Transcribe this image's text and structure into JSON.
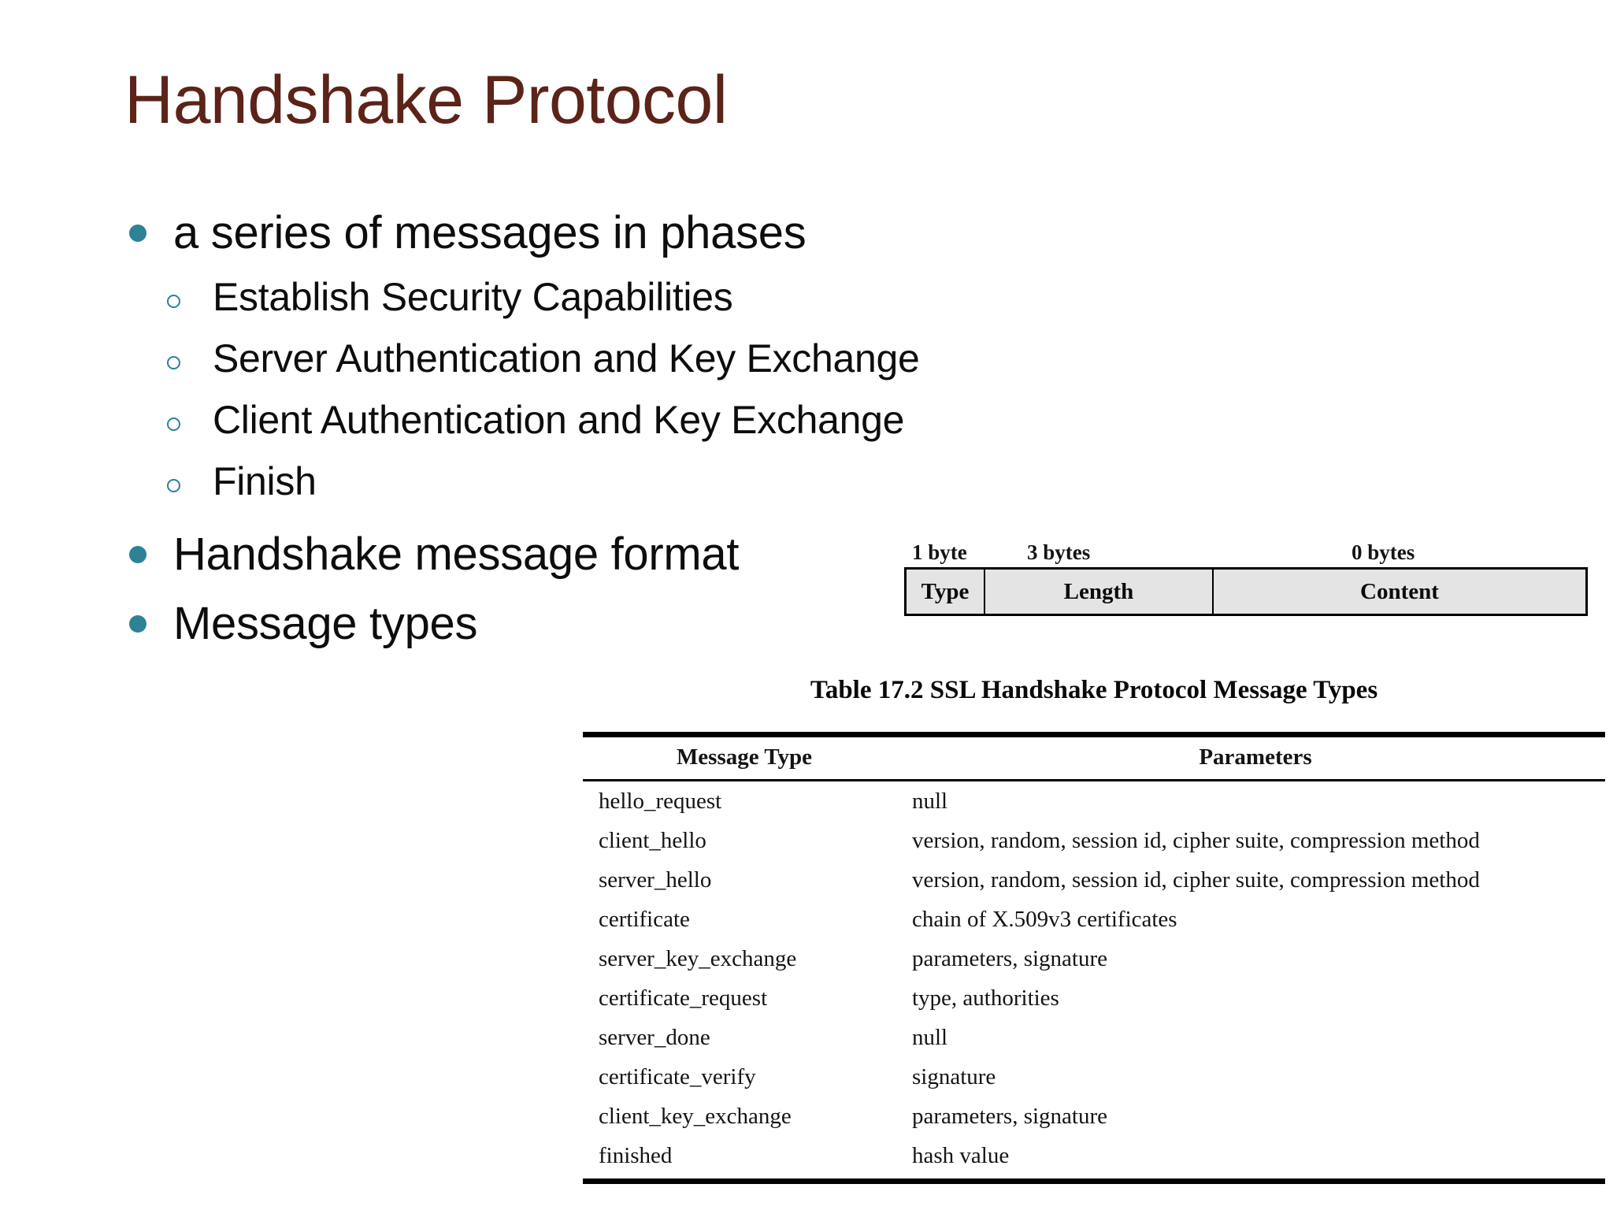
{
  "slide": {
    "title": "Handshake Protocol",
    "title_color": "#5c2318",
    "bullet_color": "#2d8296",
    "background_color": "#ffffff"
  },
  "body": {
    "bullets": [
      {
        "level": 1,
        "text": "a series of messages in phases"
      },
      {
        "level": 2,
        "text": "Establish Security Capabilities"
      },
      {
        "level": 2,
        "text": "Server Authentication and Key Exchange"
      },
      {
        "level": 2,
        "text": "Client Authentication and Key Exchange"
      },
      {
        "level": 2,
        "text": "Finish"
      },
      {
        "level": 1,
        "text": "Handshake message format"
      },
      {
        "level": 1,
        "text": "Message types"
      }
    ]
  },
  "message_format_figure": {
    "byte_labels": [
      "1 byte",
      "3 bytes",
      "0 bytes"
    ],
    "fields": [
      "Type",
      "Length",
      "Content"
    ],
    "fill_color": "#e4e4e4",
    "border_color": "#000000"
  },
  "handshake_table": {
    "caption": "Table 17.2  SSL Handshake Protocol Message Types",
    "columns": [
      "Message Type",
      "Parameters"
    ],
    "rows": [
      {
        "message_type": "hello_request",
        "parameters": "null"
      },
      {
        "message_type": "client_hello",
        "parameters": "version, random, session id, cipher suite, compression method"
      },
      {
        "message_type": "server_hello",
        "parameters": "version, random, session id, cipher suite, compression method"
      },
      {
        "message_type": "certificate",
        "parameters": "chain of X.509v3 certificates"
      },
      {
        "message_type": "server_key_exchange",
        "parameters": "parameters, signature"
      },
      {
        "message_type": "certificate_request",
        "parameters": "type, authorities"
      },
      {
        "message_type": "server_done",
        "parameters": "null"
      },
      {
        "message_type": "certificate_verify",
        "parameters": "signature"
      },
      {
        "message_type": "client_key_exchange",
        "parameters": "parameters, signature"
      },
      {
        "message_type": "finished",
        "parameters": "hash value"
      }
    ]
  }
}
